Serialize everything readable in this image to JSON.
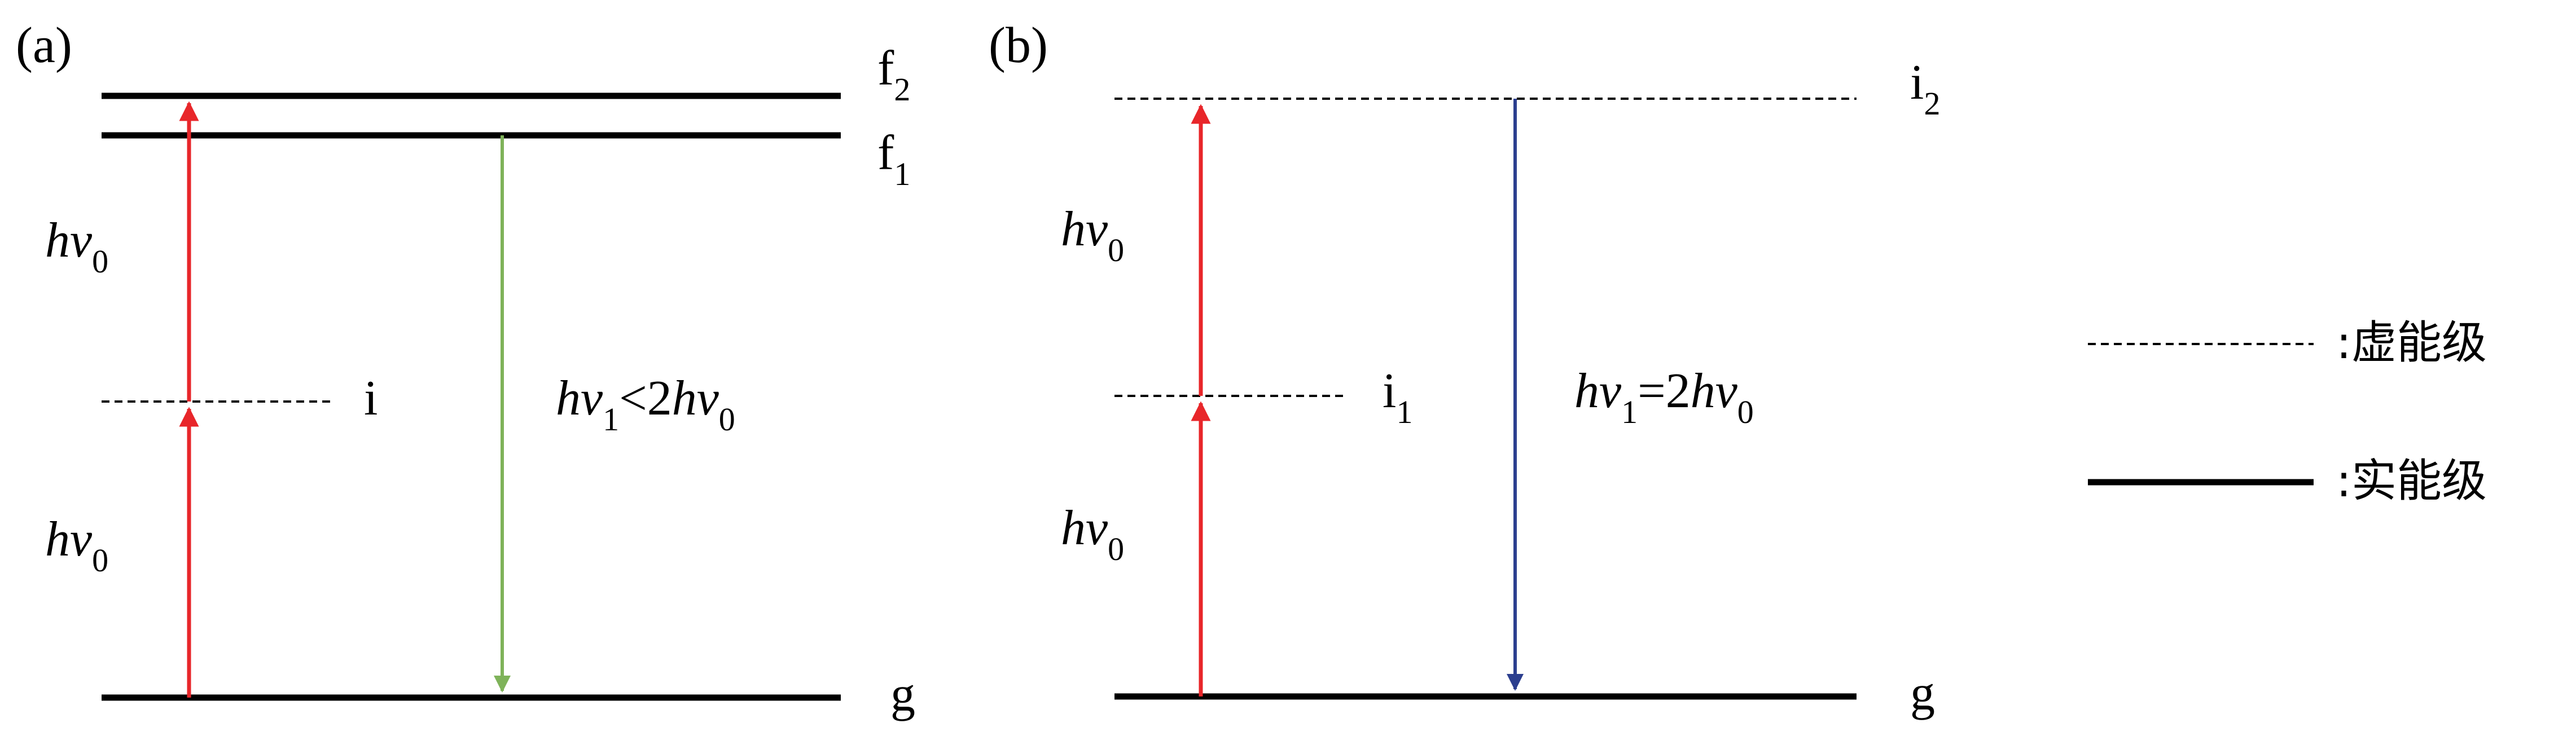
{
  "panel_a": {
    "label": "(a)",
    "levels": {
      "f2": {
        "base": "f",
        "sub": "2"
      },
      "f1": {
        "base": "f",
        "sub": "1"
      },
      "i": "i",
      "g": "g"
    },
    "pump_upper": {
      "base": "hv",
      "sub": "0"
    },
    "pump_lower": {
      "base": "hv",
      "sub": "0"
    },
    "emission": {
      "base": "hv",
      "sub": "1",
      "relation": "<2",
      "rhs_base": "hv",
      "rhs_sub": "0"
    }
  },
  "panel_b": {
    "label": "(b)",
    "levels": {
      "i2": {
        "base": "i",
        "sub": "2"
      },
      "i1": {
        "base": "i",
        "sub": "1"
      },
      "g": "g"
    },
    "pump_upper": {
      "base": "hv",
      "sub": "0"
    },
    "pump_lower": {
      "base": "hv",
      "sub": "0"
    },
    "emission": {
      "base": "hv",
      "sub": "1",
      "relation": "=2",
      "rhs_base": "hv",
      "rhs_sub": "0"
    }
  },
  "legend": {
    "virtual": ":虚能级",
    "real": ":实能级"
  },
  "colors": {
    "pump": "#e8262a",
    "emission_a": "#7fb35a",
    "emission_b": "#2c3f8f",
    "level": "#000000"
  }
}
